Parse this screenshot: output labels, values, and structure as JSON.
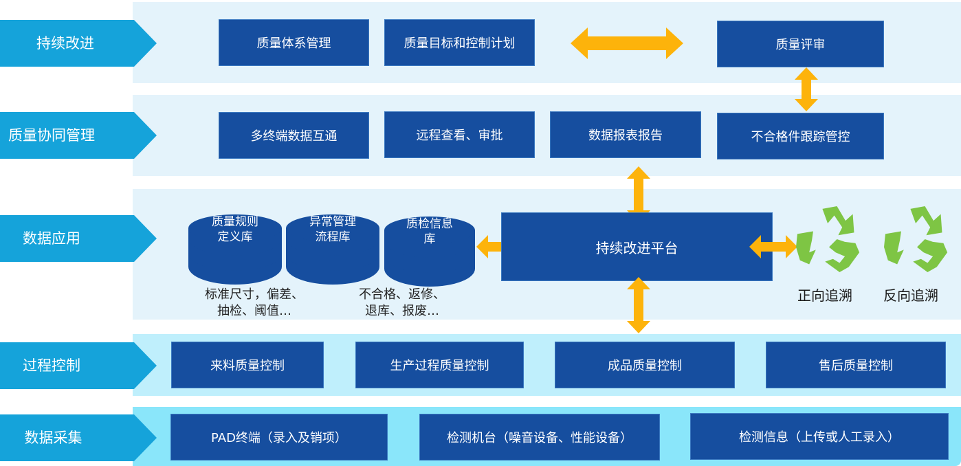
{
  "colors": {
    "tag": "#15a3da",
    "box": "#164e9f",
    "arrow": "#fdb30b",
    "recycle": "#7ec544",
    "band_light": "#e4f3fb",
    "band_cyan1": "#bfeffc",
    "band_cyan2": "#8ae6fa"
  },
  "layers": [
    {
      "label": "持续改进"
    },
    {
      "label": "质量协同管理"
    },
    {
      "label": "数据应用"
    },
    {
      "label": "过程控制"
    },
    {
      "label": "数据采集"
    }
  ],
  "continuous_improvement": {
    "items": [
      "质量体系管理",
      "质量目标和控制计划",
      "质量评审"
    ]
  },
  "collaboration": {
    "items": [
      "多终端数据互通",
      "远程查看、审批",
      "数据报表报告",
      "不合格件跟踪管控"
    ]
  },
  "data_application": {
    "databases": [
      {
        "line1": "质量规则",
        "line2": "定义库"
      },
      {
        "line1": "异常管理",
        "line2": "流程库"
      },
      {
        "line1": "质检信息",
        "line2": "库"
      }
    ],
    "notes": [
      {
        "line1": "标准尺寸，偏差、",
        "line2": "抽检、阈值…"
      },
      {
        "line1": "不合格、返修、",
        "line2": "退库、报废…"
      }
    ],
    "platform": "持续改进平台",
    "trace": [
      {
        "label": "正向追溯",
        "icon": "recycle-icon"
      },
      {
        "label": "反向追溯",
        "icon": "recycle-icon"
      }
    ]
  },
  "process_control": {
    "items": [
      "来料质量控制",
      "生产过程质量控制",
      "成品质量控制",
      "售后质量控制"
    ]
  },
  "data_collection": {
    "items": [
      "PAD终端（录入及销项）",
      "检测机台（噪音设备、性能设备）",
      "检测信息（上传或人工录入）"
    ]
  }
}
